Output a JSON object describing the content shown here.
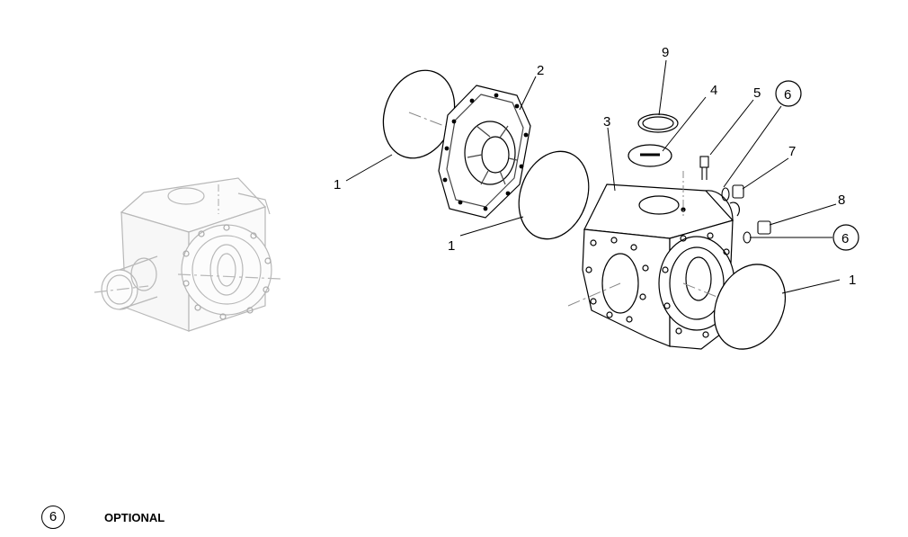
{
  "diagram": {
    "callouts": {
      "c1a": "1",
      "c1b": "1",
      "c1c": "1",
      "c2": "2",
      "c3": "3",
      "c4": "4",
      "c5": "5",
      "c6a": "6",
      "c6b": "6",
      "c7": "7",
      "c8": "8",
      "c9": "9"
    },
    "legend": {
      "symbol": "6",
      "text": "OPTIONAL"
    }
  }
}
